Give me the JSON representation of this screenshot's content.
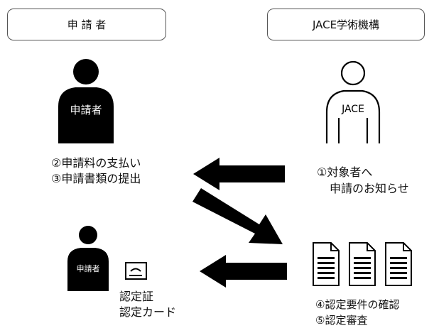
{
  "applicant_box": {
    "label": "申 請 者"
  },
  "jace_box": {
    "label": "JACE学術機構"
  },
  "applicant_figure": {
    "label": "申請者"
  },
  "jace_figure": {
    "label": "JACE"
  },
  "small_applicant_figure": {
    "label": "申請者"
  },
  "steps": {
    "step2": "②申請料の支払い",
    "step3": "③申請書類の提出",
    "step1_line1": "①対象者へ",
    "step1_line2": "申請のお知らせ",
    "step4": "④認定要件の確認",
    "step5": "⑤認定審査"
  },
  "certificate": {
    "line1": "認定証",
    "line2": "認定カード"
  },
  "icons": [
    "person-filled-icon",
    "person-outline-icon",
    "document-icon",
    "certificate-card-icon",
    "arrow-left-icon",
    "arrow-down-right-icon"
  ]
}
